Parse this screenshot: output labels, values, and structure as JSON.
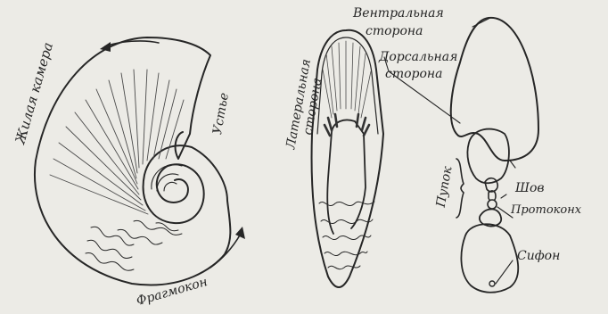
{
  "labels": {
    "living_chamber": "Жилая камера",
    "aperture": "Устье",
    "phragmocone": "Фрагмокон",
    "lateral_side": "Латеральная сторона",
    "ventral_side_line1": "Вентральная",
    "ventral_side_line2": "сторона",
    "dorsal_side_line1": "Дорсальная",
    "dorsal_side_line2": "сторона",
    "suture": "Шов",
    "protoconch": "Протоконх",
    "umbo": "Пупок",
    "siphuncle": "Сифон"
  },
  "colors": {
    "background": "#ecebe6",
    "ink": "#262626"
  }
}
